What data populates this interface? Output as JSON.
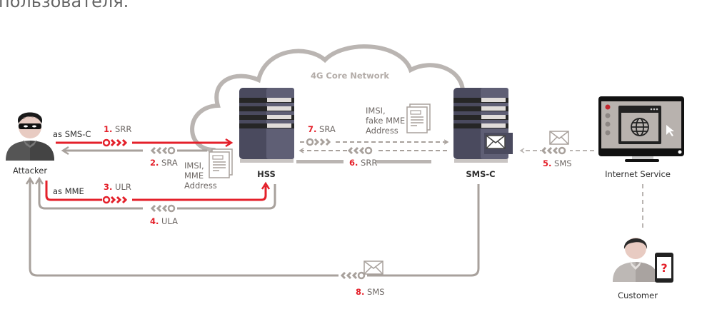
{
  "top_text": "пользователя.",
  "cloud_label": "4G Core Network",
  "nodes": {
    "attacker": "Attacker",
    "hss": "HSS",
    "smsc": "SMS-C",
    "internet_service": "Internet Service",
    "customer": "Customer"
  },
  "roles": {
    "as_smsc": "as SMS-C",
    "as_mme": "as MME"
  },
  "steps": [
    {
      "num": "1.",
      "label": "SRR"
    },
    {
      "num": "2.",
      "label": "SRA"
    },
    {
      "num": "3.",
      "label": "ULR"
    },
    {
      "num": "4.",
      "label": "ULA"
    },
    {
      "num": "5.",
      "label": "SMS"
    },
    {
      "num": "6.",
      "label": "SRR"
    },
    {
      "num": "7.",
      "label": "SRA"
    },
    {
      "num": "8.",
      "label": "SMS"
    }
  ],
  "doc_notes": {
    "hss": [
      "IMSI,",
      "MME",
      "Address"
    ],
    "smsc": [
      "IMSI,",
      "fake MME",
      "Address"
    ]
  },
  "customer_phone_glyph": "?",
  "colors": {
    "attack": "#e4202a",
    "response": "#a8a19c",
    "server": "#4a4a5e"
  }
}
